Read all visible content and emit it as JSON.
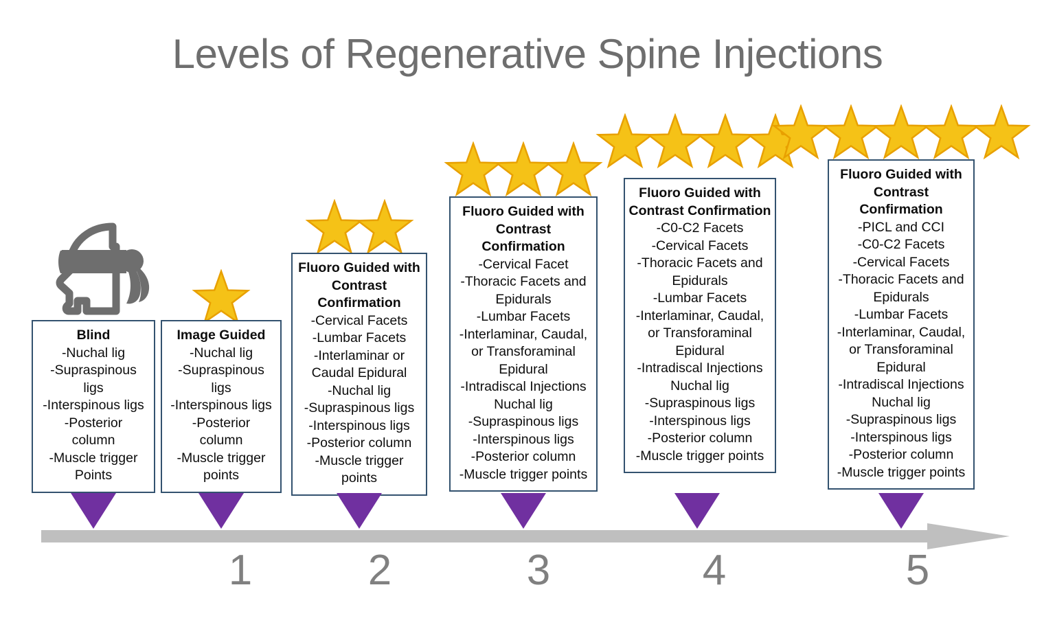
{
  "title": "Levels of Regenerative Spine Injections",
  "colors": {
    "title_text": "#6e6e6e",
    "box_border": "#33526f",
    "box_text": "#0d0d0d",
    "star_fill": "#f5c217",
    "star_stroke": "#e8a000",
    "marker_purple": "#7030a0",
    "timeline_gray": "#bfbfbf",
    "icon_gray": "#6e6e6e",
    "number_gray": "#808080"
  },
  "icons": {
    "blindfolded_head": "blindfolded-head-icon",
    "star": "star-icon",
    "marker": "down-triangle-marker-icon",
    "timeline": "right-arrow-icon"
  },
  "levels": [
    {
      "number": "",
      "stars": 0,
      "has_icon": true,
      "box": {
        "title": "Blind",
        "lines": [
          "-Nuchal lig",
          "-Supraspinous",
          "ligs",
          "-Interspinous ligs",
          "-Posterior",
          "column",
          "-Muscle trigger",
          "Points"
        ]
      }
    },
    {
      "number": "1",
      "stars": 1,
      "has_icon": false,
      "box": {
        "title": "Image Guided",
        "lines": [
          "-Nuchal lig",
          "-Supraspinous",
          "ligs",
          "-Interspinous ligs",
          "-Posterior",
          "column",
          "-Muscle trigger",
          "points"
        ]
      }
    },
    {
      "number": "2",
      "stars": 2,
      "has_icon": false,
      "box": {
        "title": "Fluoro Guided with Contrast Confirmation",
        "lines": [
          "-Cervical Facets",
          "-Lumbar Facets",
          "-Interlaminar or",
          "Caudal Epidural",
          "-Nuchal lig",
          "-Supraspinous ligs",
          "-Interspinous ligs",
          "-Posterior column",
          "-Muscle trigger",
          "points"
        ]
      }
    },
    {
      "number": "3",
      "stars": 3,
      "has_icon": false,
      "box": {
        "title": "Fluoro Guided with Contrast Confirmation",
        "lines": [
          "-Cervical Facet",
          "-Thoracic Facets and",
          "Epidurals",
          "-Lumbar Facets",
          "-Interlaminar, Caudal,",
          "or Transforaminal",
          "Epidural",
          "-Intradiscal Injections",
          "Nuchal lig",
          "-Supraspinous ligs",
          "-Interspinous ligs",
          "-Posterior column",
          "-Muscle trigger points"
        ]
      }
    },
    {
      "number": "4",
      "stars": 4,
      "has_icon": false,
      "box": {
        "title": "Fluoro Guided with Contrast Confirmation",
        "lines": [
          "-C0-C2 Facets",
          "-Cervical Facets",
          "-Thoracic Facets and",
          "Epidurals",
          "-Lumbar Facets",
          "-Interlaminar, Caudal,",
          "or Transforaminal",
          "Epidural",
          "-Intradiscal Injections",
          "Nuchal lig",
          "-Supraspinous ligs",
          "-Interspinous ligs",
          "-Posterior column",
          "-Muscle trigger points"
        ]
      }
    },
    {
      "number": "5",
      "stars": 5,
      "has_icon": false,
      "box": {
        "title": "Fluoro Guided with Contrast Confirmation",
        "lines": [
          "-PICL and CCI",
          "-C0-C2 Facets",
          "-Cervical Facets",
          "-Thoracic Facets and",
          "Epidurals",
          "-Lumbar Facets",
          "-Interlaminar, Caudal,",
          "or Transforaminal",
          "Epidural",
          "-Intradiscal Injections",
          "Nuchal lig",
          "-Supraspinous ligs",
          "-Interspinous ligs",
          "-Posterior column",
          "-Muscle trigger points"
        ]
      }
    }
  ]
}
